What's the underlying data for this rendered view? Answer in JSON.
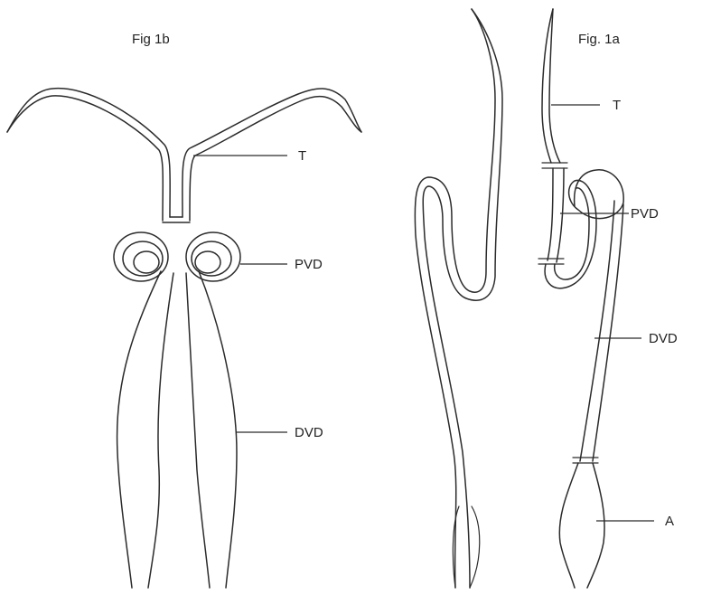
{
  "figure_1b": {
    "title": "Fig 1b",
    "labels": {
      "t": "T",
      "pvd": "PVD",
      "dvd": "DVD"
    }
  },
  "figure_1a": {
    "title": "Fig. 1a",
    "labels": {
      "t": "T",
      "pvd": "PVD",
      "dvd": "DVD",
      "a": "A"
    }
  }
}
